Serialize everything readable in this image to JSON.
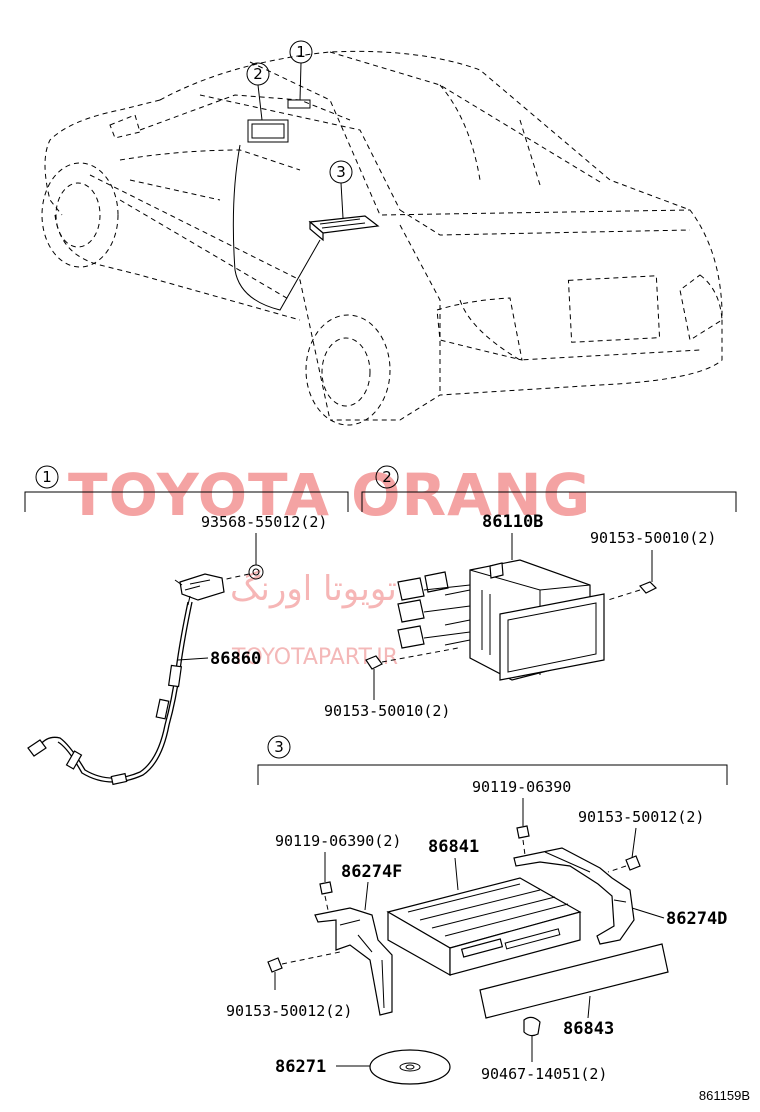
{
  "watermark": {
    "main": "TOYOTA ORANG",
    "arabic": "تويوتا اورنگ",
    "site": "TOYOTAPART.IR"
  },
  "callouts": {
    "c1": "1",
    "c2": "2",
    "c3": "3"
  },
  "section1": {
    "number": "1",
    "parts": {
      "clip": "93568-55012(2)",
      "antenna_cord": "86860"
    }
  },
  "section2": {
    "number": "2",
    "parts": {
      "display": "86110B",
      "bolt_right": "90153-50010(2)",
      "bolt_left": "90153-50010(2)"
    }
  },
  "section3": {
    "number": "3",
    "parts": {
      "bolt_top_right": "90119-06390",
      "screw_right": "90153-50012(2)",
      "bolt_top_left": "90119-06390(2)",
      "navigation_unit": "86841",
      "bracket_left": "86274F",
      "bracket_right": "86274D",
      "screw_left": "90153-50012(2)",
      "plate": "86843",
      "clip_bottom": "90467-14051(2)",
      "map_disc": "86271"
    }
  },
  "diagram_id": "861159B"
}
